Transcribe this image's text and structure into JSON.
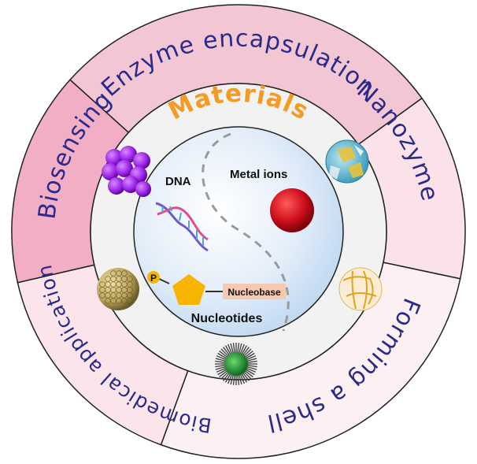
{
  "outer_ring": {
    "segments": [
      {
        "label": "Enzyme encapsulation",
        "color": "#f3c6d3"
      },
      {
        "label": "Nanozyme",
        "color": "#fbe2e8"
      },
      {
        "label": "Forming a shell",
        "color": "#fdf0f3"
      },
      {
        "label": "Biomedical application",
        "color": "#fbe4ea"
      },
      {
        "label": "Biosensing",
        "color": "#f2aec4"
      }
    ],
    "text_color": "#2a2a8a"
  },
  "middle_ring": {
    "title": "Materials",
    "title_color": "#f59a23",
    "ring_color": "#f2f2f2"
  },
  "core": {
    "labels": {
      "dna": "DNA",
      "metal_ions": "Metal ions",
      "nucleobase": "Nucleobase",
      "nucleotides": "Nucleotides",
      "phosphate": "P"
    },
    "colors": {
      "metal_ball": "#d0101e",
      "pentagon": "#f7b500",
      "phosphate": "#f7b500",
      "nucleobase_box": "#f7c9b2"
    }
  },
  "icons": [
    "purple-nanoparticle-cluster-icon",
    "blue-yellow-crystal-sphere-icon",
    "gold-bead-sphere-icon",
    "yellow-mesh-sphere-icon",
    "green-spiky-nanoparticle-icon",
    "dna-helix-icon",
    "red-metal-ion-ball-icon"
  ]
}
